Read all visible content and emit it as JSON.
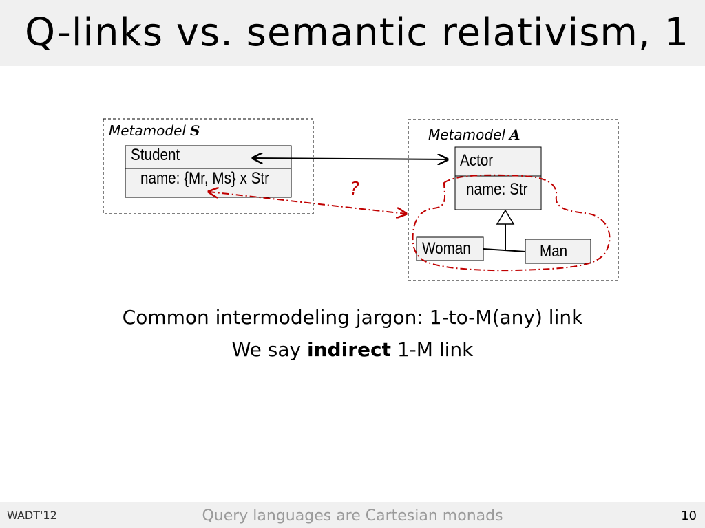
{
  "slide": {
    "title": "Q-links vs. semantic relativism, 1"
  },
  "diagram": {
    "metamodel_s": {
      "label": "Metamodel",
      "symbol": "S"
    },
    "metamodel_a": {
      "label": "Metamodel",
      "symbol": "A"
    },
    "student": {
      "name": "Student",
      "attribute": "name: {Mr, Ms} x Str"
    },
    "actor": {
      "name": "Actor",
      "attribute": "name: Str"
    },
    "woman": {
      "name": "Woman"
    },
    "man": {
      "name": "Man"
    },
    "question_mark": "?",
    "colors": {
      "link_dashdot": "#c00000",
      "class_fill": "#f2f2f2",
      "border": "#000000"
    }
  },
  "body": {
    "line1": "Common intermodeling jargon:  1-to-M(any) link",
    "line2_prefix": "We say ",
    "line2_bold": "indirect",
    "line2_suffix": " 1-M link"
  },
  "footer": {
    "left": "WADT'12",
    "center": "Query languages are Cartesian monads",
    "page": "10"
  }
}
